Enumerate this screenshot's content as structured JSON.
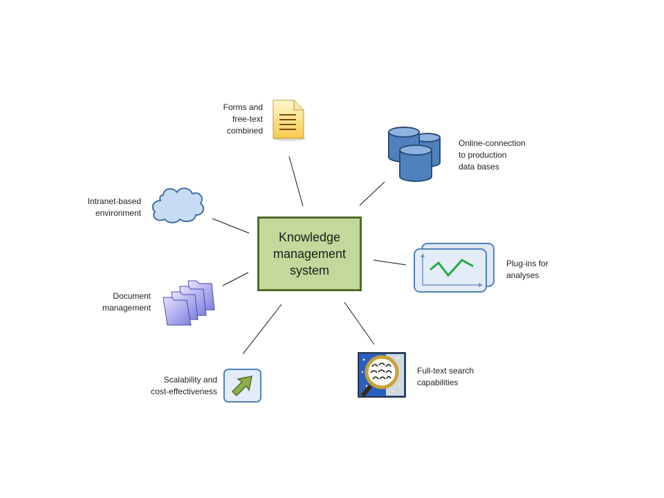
{
  "center": {
    "label": "Knowledge\nmanagement\nsystem"
  },
  "nodes": {
    "forms": {
      "label": "Forms and\nfree-text\ncombined",
      "icon": "document-icon"
    },
    "online": {
      "label": "Online-connection\nto production\ndata bases",
      "icon": "database-icon"
    },
    "intranet": {
      "label": "Intranet-based\nenvironment",
      "icon": "cloud-icon"
    },
    "plugins": {
      "label": "Plug-ins for\nanalyses",
      "icon": "chart-icon"
    },
    "documents": {
      "label": "Document\nmanagement",
      "icon": "folders-icon"
    },
    "scalability": {
      "label": "Scalability and\ncost-effectiveness",
      "icon": "arrow-up-right-icon"
    },
    "search": {
      "label": "Full-text search\ncapabilities",
      "icon": "magnifier-icon"
    }
  },
  "colors": {
    "center_fill": "#c3d89b",
    "center_border": "#4f6b28",
    "database": "#4f81bd",
    "chart_line": "#22aa44",
    "arrow": "#8bb34a"
  }
}
